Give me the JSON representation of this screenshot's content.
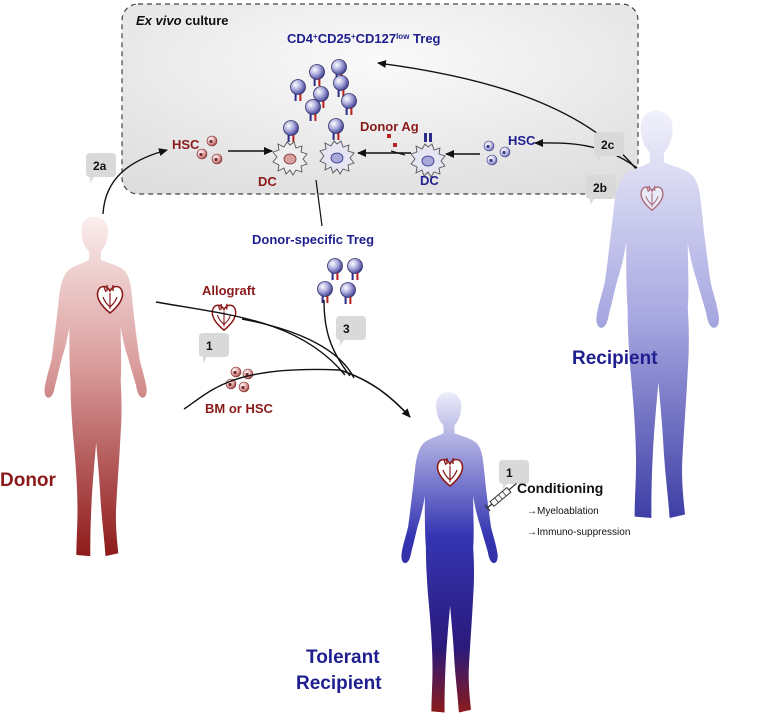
{
  "labels": {
    "culture_title_italic": "Ex vivo",
    "culture_title_rest": " culture",
    "treg_cd4": "CD4",
    "treg_cd25": "CD25",
    "treg_cd127": "CD127",
    "treg_low": "low",
    "treg_word": " Treg",
    "sup_plus": "+",
    "hsc_donor": "HSC",
    "dc_donor": "DC",
    "donor_ag": "Donor Ag",
    "hsc_recipient": "HSC",
    "dc_recipient": "DC",
    "donor_specific_treg": "Donor-specific Treg",
    "allograft": "Allograft",
    "bm_or_hsc": "BM or HSC",
    "conditioning": "Conditioning",
    "myeloablation": "Myeloablation",
    "immunosuppression": "Immuno-suppression",
    "donor": "Donor",
    "recipient": "Recipient",
    "tolerant_line1": "Tolerant",
    "tolerant_line2": "Recipient"
  },
  "steps": {
    "s2a": "2a",
    "s2b": "2b",
    "s2c": "2c",
    "s3": "3",
    "s1_donor": "1",
    "s1_conditioning": "1"
  },
  "icons": {
    "arrow_bullet": "→",
    "heart": "heart-icon",
    "syringe": "syringe-icon"
  },
  "colors": {
    "donor_red": "#8b1a1a",
    "recipient_blue": "#1f1f8f",
    "treg_purple": "#6a6ab8",
    "hsc_pink": "#d98c8c"
  }
}
